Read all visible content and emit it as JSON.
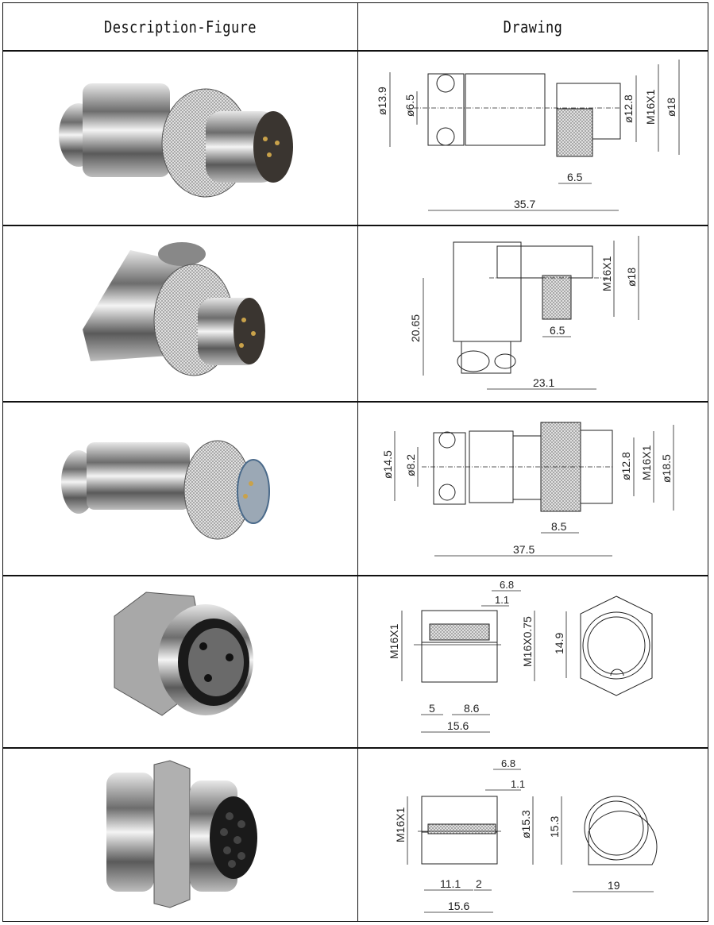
{
  "header": {
    "col1": "Description-Figure",
    "col2": "Drawing"
  },
  "rows": [
    {
      "figure": "straight-plug-connector-photo",
      "dims": {
        "d1": "ø13.9",
        "d2": "ø6.5",
        "d3": "ø12.8",
        "d4": "M16X1",
        "d5": "ø18",
        "len": "35.7",
        "nut": "6.5"
      }
    },
    {
      "figure": "right-angle-plug-connector-photo",
      "dims": {
        "h": "20.65",
        "thread": "M16X1",
        "d": "ø18",
        "nut": "6.5",
        "len": "23.1"
      }
    },
    {
      "figure": "straight-cable-socket-photo",
      "dims": {
        "d1": "ø14.5",
        "d2": "ø8.2",
        "d3": "ø12.8",
        "d4": "M16X1",
        "d5": "ø18.5",
        "nut": "8.5",
        "len": "37.5"
      }
    },
    {
      "figure": "panel-mount-socket-hex-photo",
      "dims": {
        "a": "6.8",
        "b": "1.1",
        "t1": "M16X1",
        "t2": "M16X0.75",
        "h": "14.9",
        "l1": "5",
        "l2": "8.6",
        "len": "15.6"
      }
    },
    {
      "figure": "panel-mount-socket-7pin-photo",
      "dims": {
        "a": "6.8",
        "b": "1.1",
        "t1": "M16X1",
        "d": "ø15.3",
        "h": "15.3",
        "l1": "11.1",
        "l2": "2",
        "len": "15.6",
        "w": "19"
      }
    }
  ]
}
